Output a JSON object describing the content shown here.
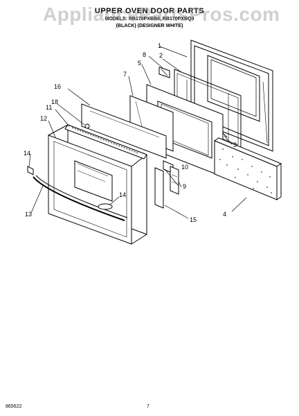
{
  "title": "UPPER OVEN DOOR PARTS",
  "model_line": "MODELS: RB170PXBB0, RB170PXBQ0",
  "variant_line": "(BLACK)   (DESIGNER WHITE)",
  "watermark": "AppliancePartsPros.com",
  "footer_code": "865622",
  "page_number": "7",
  "callouts": [
    "1",
    "2",
    "8",
    "5",
    "7",
    "3",
    "16",
    "18",
    "11",
    "12",
    "14",
    "10",
    "9",
    "4",
    "13",
    "14",
    "15"
  ]
}
